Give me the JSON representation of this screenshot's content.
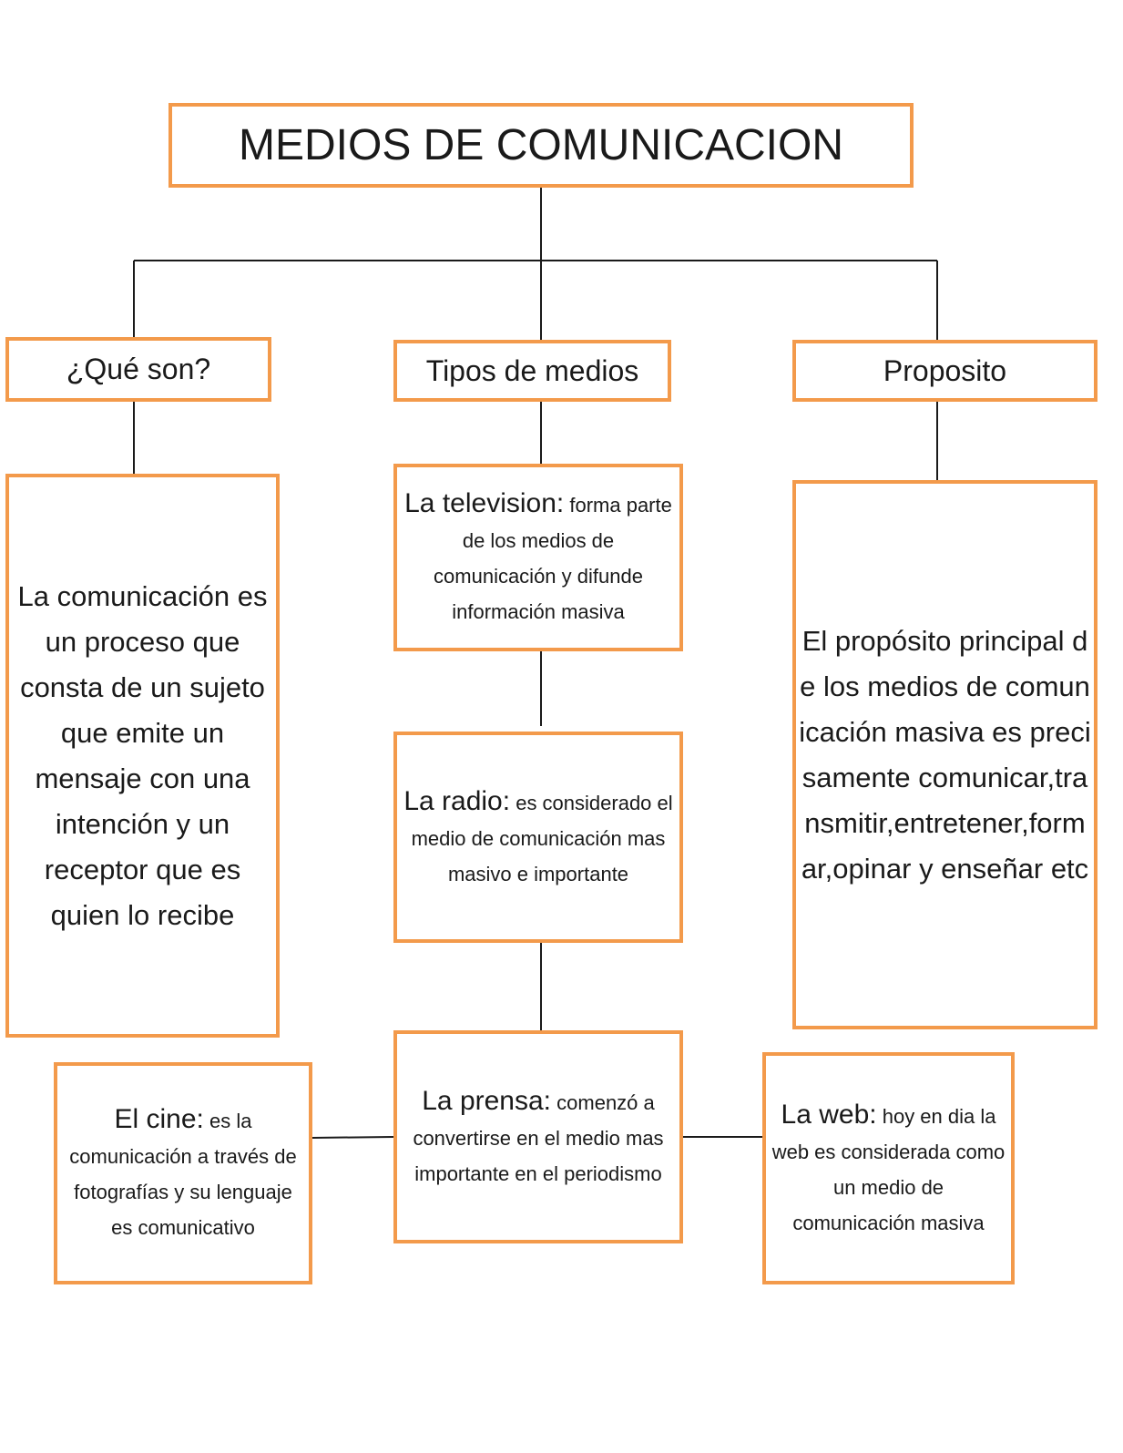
{
  "diagram": {
    "title": "MEDIOS DE COMUNICACION",
    "categories": {
      "que_son": "¿Qué son?",
      "tipos": "Tipos de medios",
      "proposito": "Proposito"
    },
    "que_son_text": "La comunicación es un proceso que consta de un sujeto que emite un mensaje con una intención y un receptor que es quien lo recibe",
    "proposito_text": "El propósito principal de los medios de comunicación masiva es precisamente comunicar,transmitir,entretener,formar,opinar y enseñar etc",
    "media": {
      "television": {
        "label": "La television:",
        "text": "forma parte de los medios de comunicación y difunde información masiva"
      },
      "radio": {
        "label": "La radio:",
        "text": "es considerado el medio de comunicación mas masivo e importante"
      },
      "prensa": {
        "label": "La prensa:",
        "text": "comenzó a convertirse en el medio mas importante en el periodismo"
      },
      "cine": {
        "label": "El cine:",
        "text": "es la comunicación a través de fotografías y su lenguaje es comunicativo"
      },
      "web": {
        "label": "La web:",
        "text": "hoy en dia la web es considerada como un medio de comunicación masiva"
      }
    }
  },
  "colors": {
    "box_border": "#f39a4b",
    "connector": "#1a1a1a",
    "text": "#1a1a1a"
  }
}
